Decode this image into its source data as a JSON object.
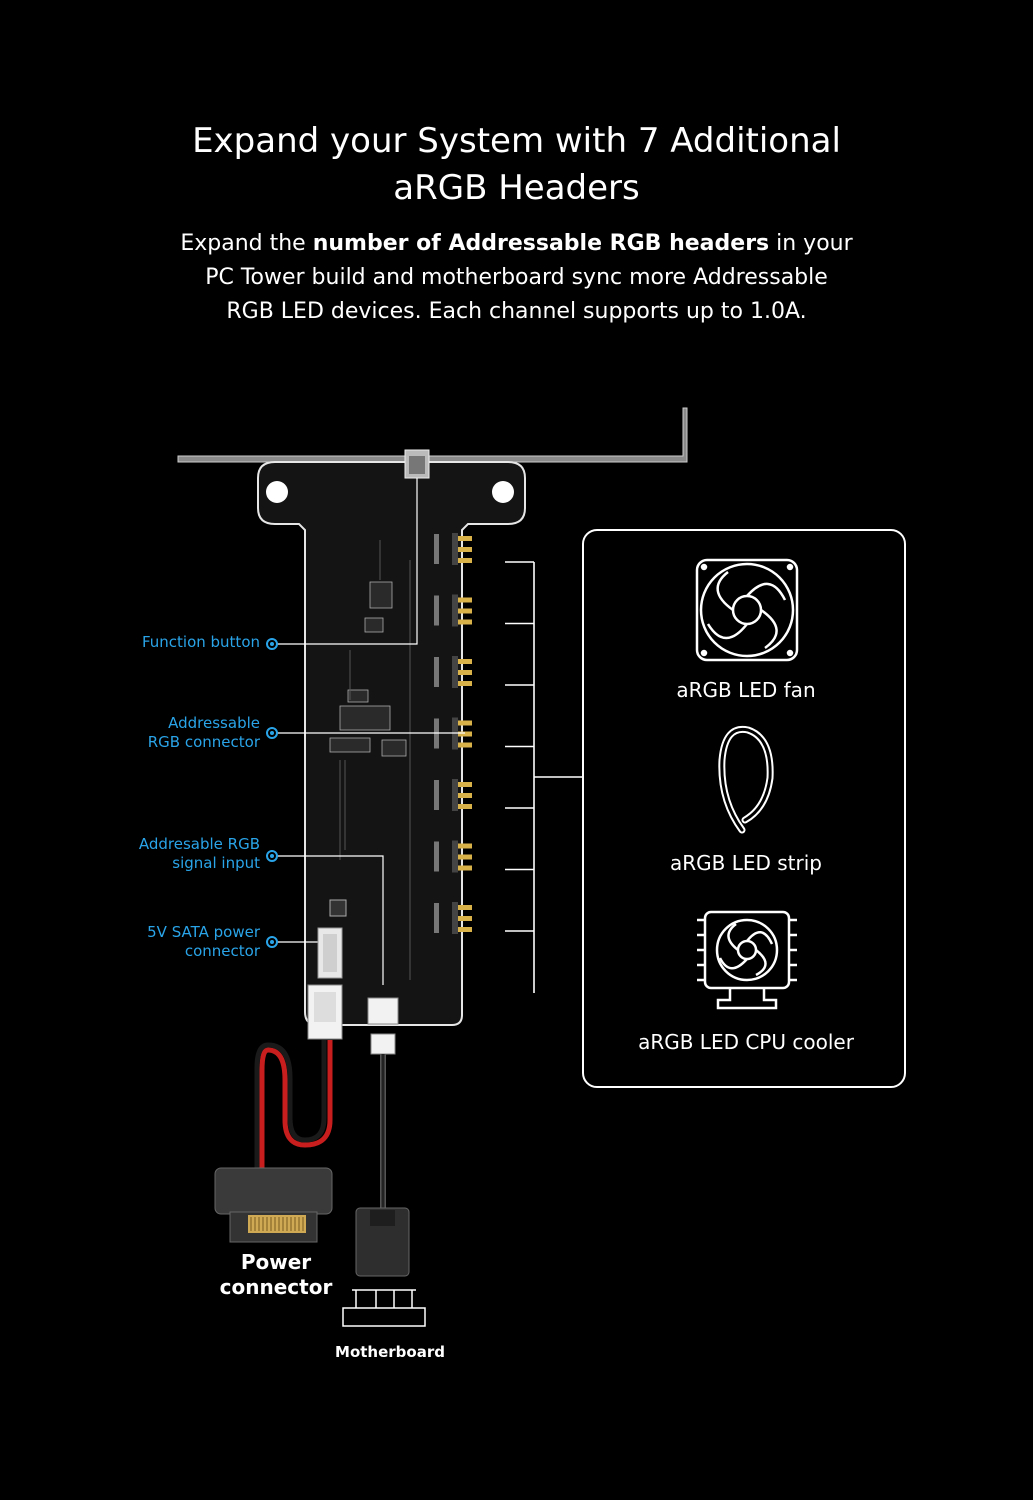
{
  "header": {
    "title_line1": "Expand your System with 7 Additional",
    "title_line2": "aRGB Headers",
    "desc_line1_pre": "Expand the ",
    "desc_line1_bold": "number of Addressable RGB headers",
    "desc_line1_post": " in your",
    "desc_line2": "PC Tower build and motherboard sync more Addressable",
    "desc_line3": "RGB LED devices. Each channel supports up to 1.0A."
  },
  "callouts": {
    "function_button": "Function button",
    "argb_connector_l1": "Addressable",
    "argb_connector_l2": "RGB connector",
    "signal_input_l1": "Addresable RGB",
    "signal_input_l2": "signal input",
    "sata_power_l1": "5V SATA power",
    "sata_power_l2": "connector"
  },
  "devices": {
    "fan": "aRGB LED fan",
    "strip": "aRGB LED strip",
    "cooler": "aRGB LED CPU cooler"
  },
  "connectors": {
    "power_l1": "Power",
    "power_l2": "connector",
    "motherboard": "Motherboard"
  },
  "colors": {
    "background": "#000000",
    "callout_blue": "#2aa4e8",
    "pcb": "#141414",
    "cable_red": "#c81e1e"
  },
  "header_count": 7
}
